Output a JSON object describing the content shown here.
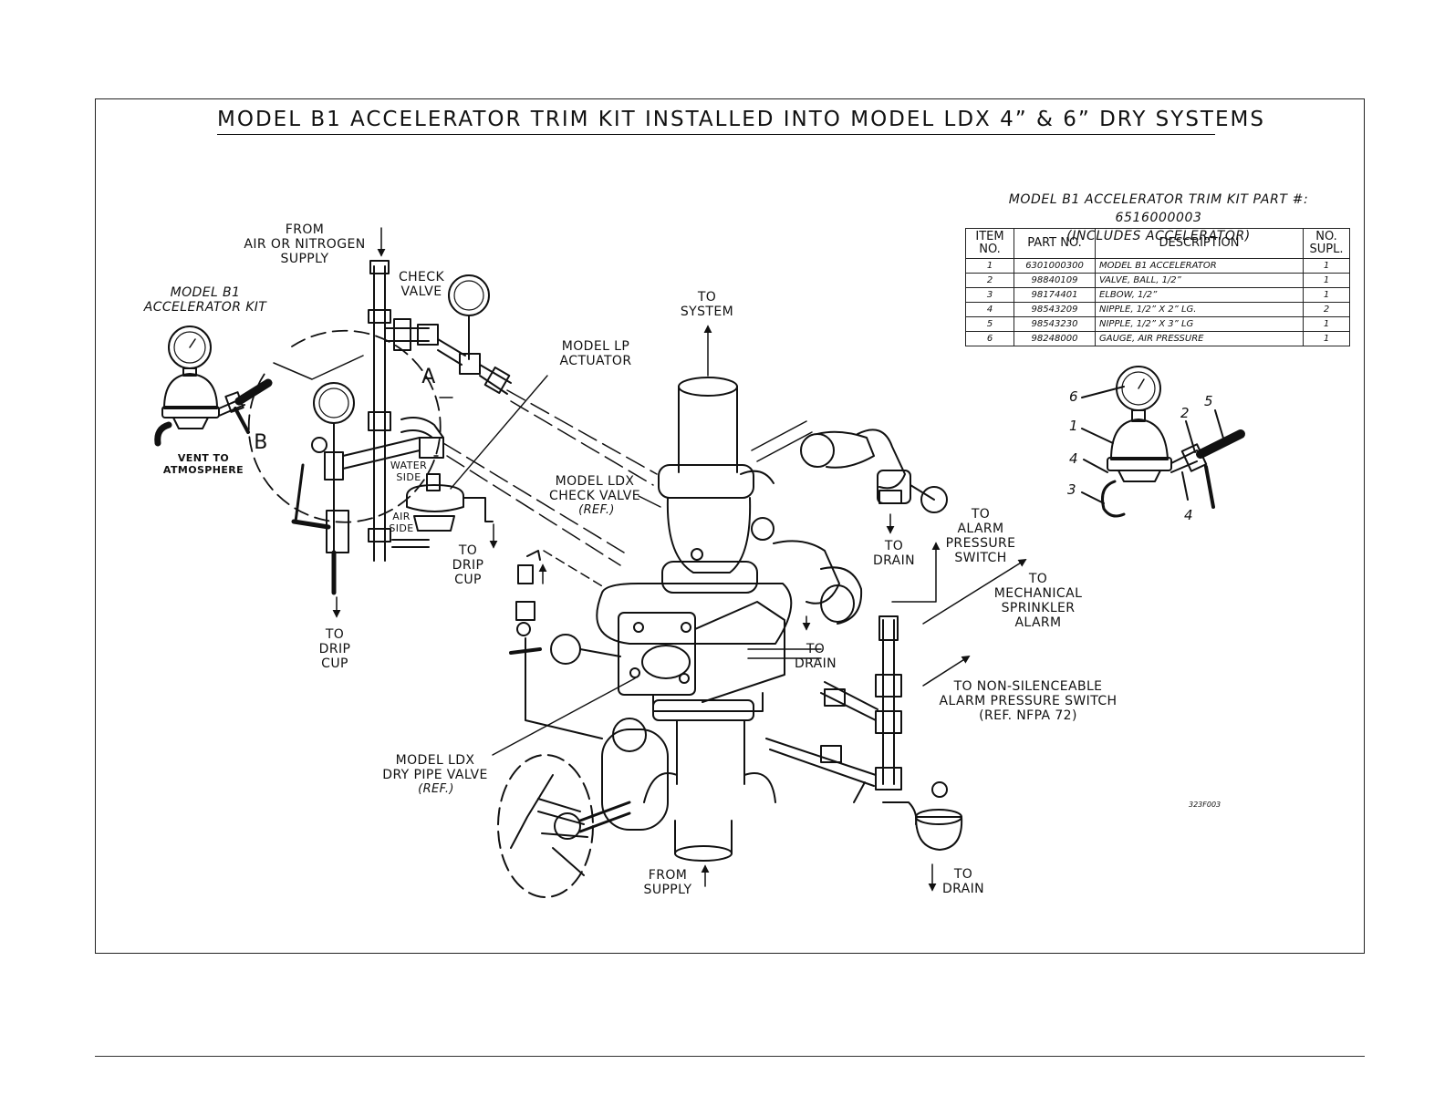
{
  "title": "MODEL B1 ACCELERATOR TRIM KIT INSTALLED INTO MODEL LDX 4” & 6” DRY SYSTEMS",
  "kit": {
    "header_line1": "MODEL B1 ACCELERATOR TRIM KIT PART #: 6516000003",
    "header_line2": "(INCLUDES ACCELERATOR)",
    "columns": {
      "item": "ITEM NO.",
      "part": "PART NO.",
      "desc": "DESCRIPTION",
      "qty": "NO. SUPL."
    },
    "rows": [
      {
        "item": "1",
        "part": "6301000300",
        "desc": "MODEL B1 ACCELERATOR",
        "qty": "1"
      },
      {
        "item": "2",
        "part": "98840109",
        "desc": "VALVE, BALL, 1/2”",
        "qty": "1"
      },
      {
        "item": "3",
        "part": "98174401",
        "desc": "ELBOW, 1/2”",
        "qty": "1"
      },
      {
        "item": "4",
        "part": "98543209",
        "desc": "NIPPLE, 1/2” X 2” LG.",
        "qty": "2"
      },
      {
        "item": "5",
        "part": "98543230",
        "desc": "NIPPLE, 1/2” X 3” LG",
        "qty": "1"
      },
      {
        "item": "6",
        "part": "98248000",
        "desc": "GAUGE, AIR PRESSURE",
        "qty": "1"
      }
    ]
  },
  "labels": {
    "from_air": "FROM\nAIR OR NITROGEN\nSUPPLY",
    "check_valve": "CHECK\nVALVE",
    "kit_detail": "MODEL B1\nACCELERATOR KIT",
    "vent": "VENT TO\nATMOSPHERE",
    "detail_a": "A",
    "detail_b": "B",
    "to_system": "TO\nSYSTEM",
    "lp_actuator": "MODEL LP\nACTUATOR",
    "water_side": "WATER\nSIDE",
    "air_side": "AIR\nSIDE",
    "to_drip_cup_mid": "TO\nDRIP\nCUP",
    "to_drip_cup_left": "TO\nDRIP\nCUP",
    "ldx_check": "MODEL LDX\nCHECK VALVE",
    "ldx_check_ref": "(REF.)",
    "to_drain_upper": "TO\nDRAIN",
    "to_alarm_switch": "TO\nALARM\nPRESSURE\nSWITCH",
    "to_mech_alarm": "TO\nMECHANICAL\nSPRINKLER\nALARM",
    "to_drain_mid": "TO\nDRAIN",
    "to_non_silence": "TO NON-SILENCEABLE\nALARM PRESSURE SWITCH\n(REF. NFPA 72)",
    "ldx_dry": "MODEL LDX\nDRY PIPE VALVE",
    "ldx_dry_ref": "(REF.)",
    "from_supply": "FROM\nSUPPLY",
    "to_drain_bottom": "TO\nDRAIN",
    "figure_no": "323F003"
  },
  "callouts": [
    "6",
    "1",
    "2",
    "5",
    "4",
    "3",
    "4"
  ],
  "colors": {
    "line": "#111111",
    "paper": "#ffffff"
  }
}
